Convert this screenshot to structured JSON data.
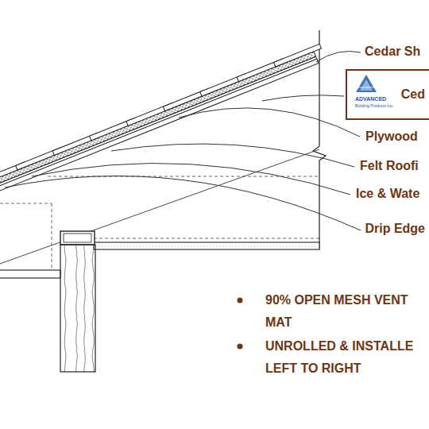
{
  "diagram": {
    "nodes": [
      {
        "text": [
          "ADVANCED",
          "Building Products Inc.",
          "Ced"
        ]
      }
    ],
    "labels": [
      "Cedar Sh",
      "Plywood",
      "Felt Roofi",
      "Ice & Wate",
      "Drip Edge",
      "90% OPEN MESH VENT MAT",
      "UNROLLED & INSTALLE LEFT TO RIGHT"
    ]
  }
}
